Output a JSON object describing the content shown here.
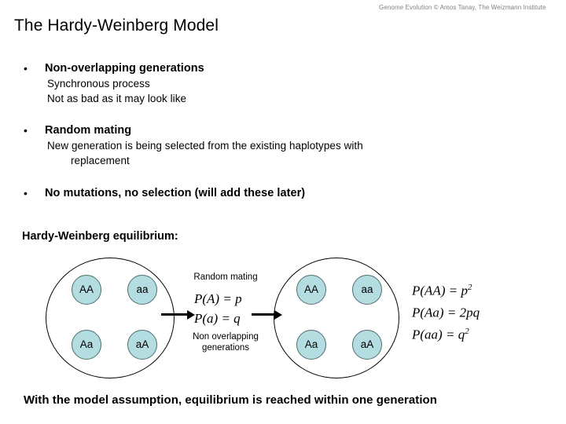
{
  "header": {
    "credit": "Genome Evolution © Amos Tanay, The Weizmann Institute"
  },
  "title": "The Hardy-Weinberg Model",
  "bullets": [
    {
      "marker": "•",
      "heading": "Non-overlapping generations",
      "sublines": [
        "Synchronous process",
        "Not as bad as it may look like"
      ]
    },
    {
      "marker": "•",
      "heading": "Random mating",
      "sublines": [
        "New generation is being selected from the existing haplotypes with",
        "replacement"
      ]
    },
    {
      "marker": "•",
      "heading": "No mutations, no selection (will add these later)",
      "sublines": []
    }
  ],
  "equilibrium_label": "Hardy-Weinberg equilibrium:",
  "diagram": {
    "left_population": {
      "alleles": [
        "AA",
        "aa",
        "Aa",
        "aA"
      ]
    },
    "right_population": {
      "alleles": [
        "AA",
        "aa",
        "Aa",
        "aA"
      ]
    },
    "middle": {
      "top_label": "Random mating",
      "bottom_label_line1": "Non overlapping",
      "bottom_label_line2": "generations",
      "equation_allele_A": "P(A) = p",
      "equation_allele_a": "P(a) = q"
    },
    "right_equations": [
      {
        "lhs": "P(AA) = ",
        "rhs": "p",
        "exp": "2"
      },
      {
        "lhs": "P(Aa) = ",
        "rhs": "2pq",
        "exp": ""
      },
      {
        "lhs": "P(aa) = ",
        "rhs": "q",
        "exp": "2"
      }
    ]
  },
  "footer": "With the model assumption, equilibrium is reached within one generation",
  "colors": {
    "allele_fill": "#b4dde1",
    "allele_stroke": "#4f6f70",
    "credit_text": "#808080",
    "body_text": "#000000",
    "background": "#ffffff"
  }
}
